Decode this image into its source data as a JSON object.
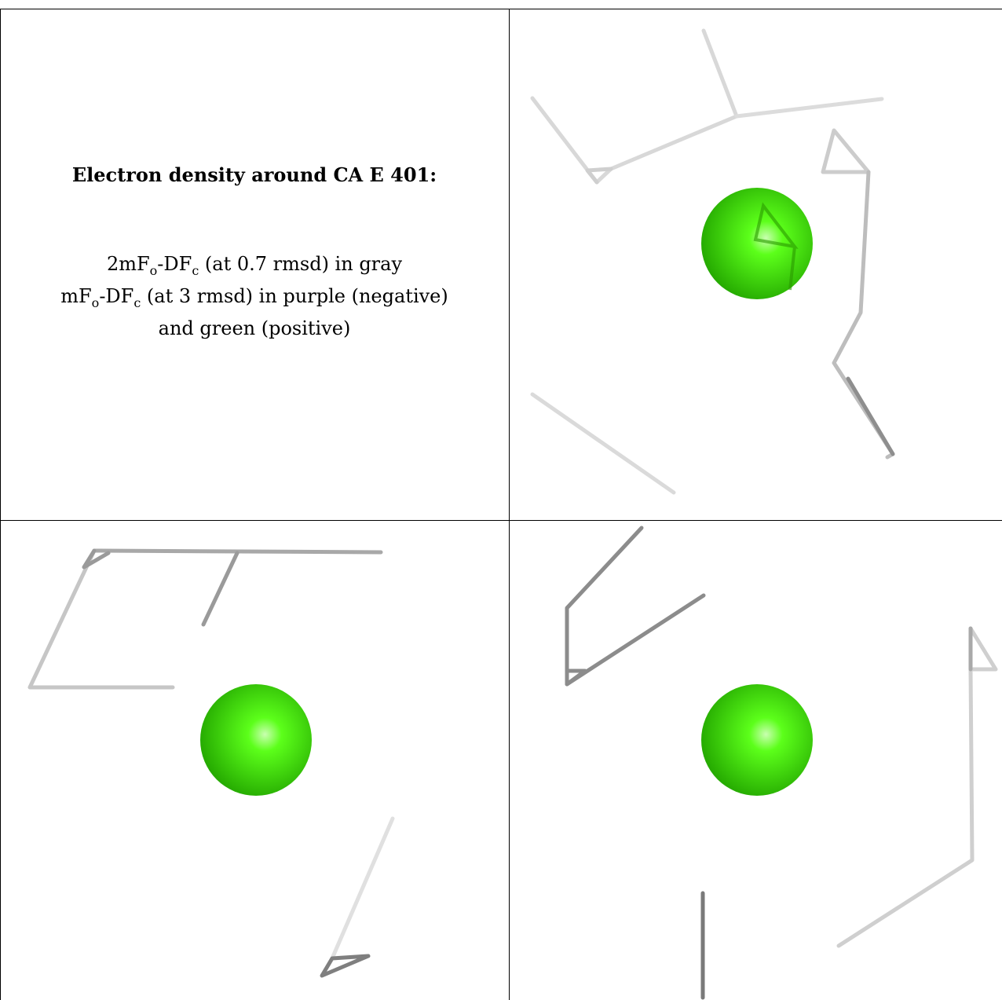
{
  "caption": {
    "title": "Electron density around CA E 401:",
    "line1_a": "2mF",
    "line1_sub1": "o",
    "line1_b": "-DF",
    "line1_sub2": "c",
    "line1_c": " (at 0.7 rmsd) in gray",
    "line2_a": "mF",
    "line2_sub1": "o",
    "line2_b": "-DF",
    "line2_sub2": "c",
    "line2_c": " (at 3 rmsd) in purple (negative)",
    "line3": "and green (positive)"
  },
  "colors": {
    "sphere": "#33e600",
    "sphere_highlight": "#c9ffb0",
    "density_light": "#d6d6d6",
    "density_dark": "#8a8a8a",
    "grid_line": "#000000"
  }
}
